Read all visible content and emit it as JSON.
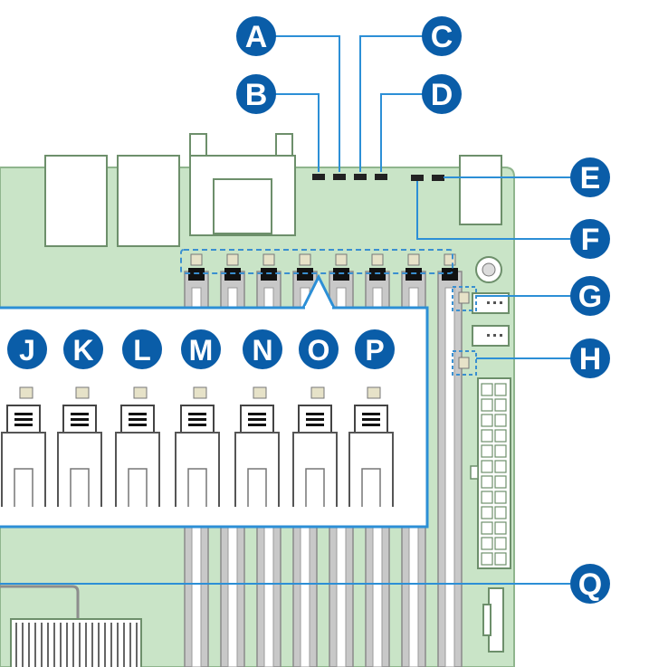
{
  "diagram": {
    "callouts_top": [
      "A",
      "B",
      "C",
      "D"
    ],
    "callouts_right": [
      "E",
      "F",
      "G",
      "H",
      "Q"
    ],
    "callouts_inset": [
      "J",
      "K",
      "L",
      "M",
      "N",
      "O",
      "P"
    ],
    "colors": {
      "callout": "#0a5da8",
      "leader_line": "#2c8fd6",
      "board": "#c9e4c7",
      "board_outline": "#8fb58d",
      "dimm_slot": "#c8c8c8",
      "led_dashed": "#3a8fd0"
    }
  }
}
